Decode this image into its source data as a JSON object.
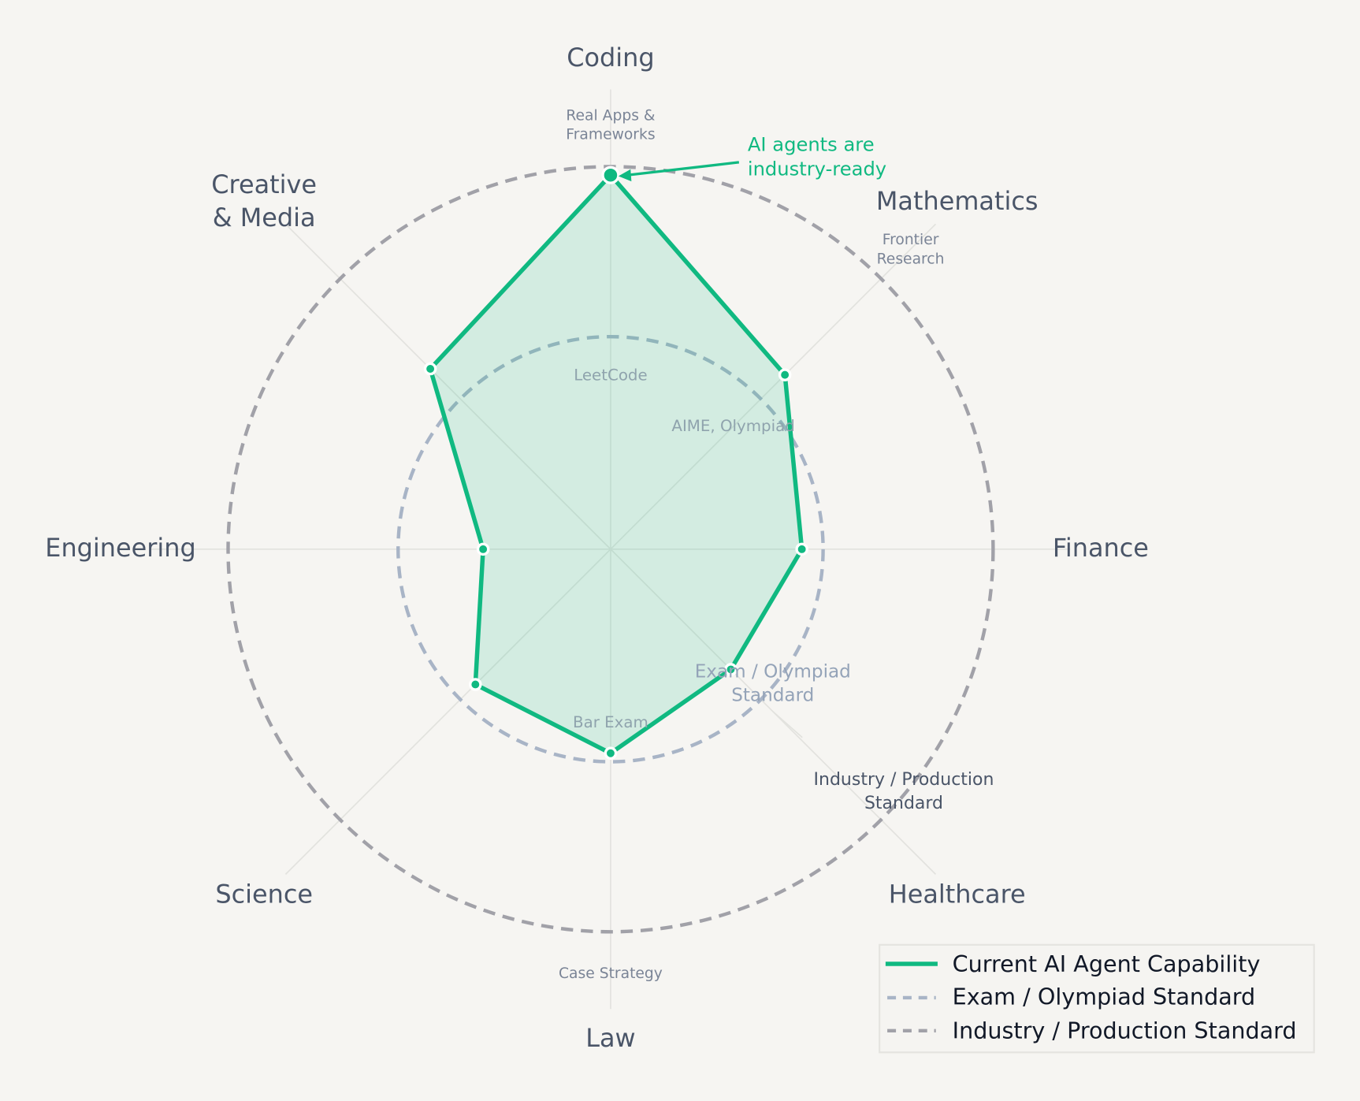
{
  "chart_data": {
    "type": "radar",
    "categories": [
      "Coding",
      "Mathematics",
      "Finance",
      "Healthcare",
      "Law",
      "Science",
      "Engineering",
      "Creative\n& Media"
    ],
    "series": [
      {
        "name": "Current AI Agent Capability",
        "values": [
          8.8,
          5.8,
          4.5,
          4.0,
          4.8,
          4.5,
          3.0,
          6.0
        ],
        "color": "#10b981"
      }
    ],
    "reference_rings": [
      {
        "name": "Exam / Olympiad Standard",
        "value": 5,
        "color": "#a8b4c6",
        "style": "dashed"
      },
      {
        "name": "Industry / Production Standard",
        "value": 9,
        "color": "#a1a1a8",
        "style": "dashed"
      }
    ],
    "rlim": [
      0,
      9
    ],
    "outer_sublabels": {
      "Coding": "Real Apps &\nFrameworks",
      "Mathematics": "Frontier\nResearch",
      "Law": "Case Strategy"
    },
    "inner_sublabels": {
      "Coding": "LeetCode",
      "Mathematics": "AIME, Olympiad",
      "Law": "Bar Exam"
    },
    "ring_labels": {
      "exam": "Exam / Olympiad\nStandard",
      "industry": "Industry / Production\nStandard"
    },
    "annotation": {
      "text": "AI agents are\nindustry-ready",
      "target": "Coding",
      "color": "#10b981"
    },
    "legend": {
      "placement": "bottom-right",
      "entries": [
        "Current AI Agent Capability",
        "Exam / Olympiad Standard",
        "Industry / Production Standard"
      ]
    },
    "grid": true
  }
}
